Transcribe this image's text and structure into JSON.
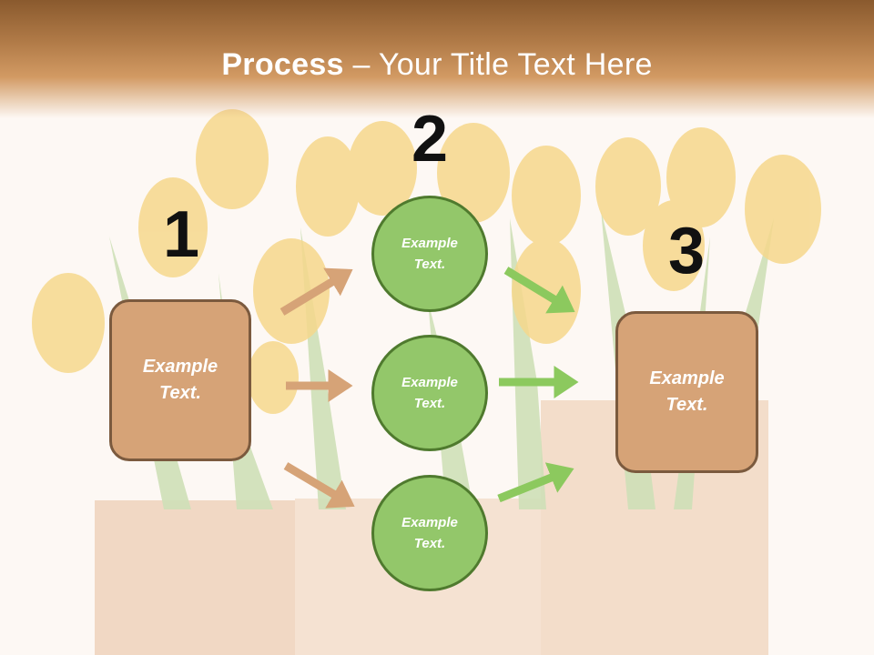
{
  "slide": {
    "title_bold": "Process",
    "title_rest": " – Your Title Text Here"
  },
  "steps": {
    "step1_number": "1",
    "step2_number": "2",
    "step3_number": "3"
  },
  "nodes": {
    "left_box": "Example\nText.",
    "circle_top": "Example\nText.",
    "circle_middle": "Example\nText.",
    "circle_bottom": "Example\nText.",
    "right_box": "Example\nText."
  },
  "colors": {
    "header_brown": "#8a5a2e",
    "box_fill": "#d6a377",
    "box_border": "#7b5a3e",
    "circle_fill": "#93c76a",
    "circle_border": "#4f7a2e",
    "arrow_tan": "#d6a377",
    "arrow_green": "#8cc95e"
  }
}
